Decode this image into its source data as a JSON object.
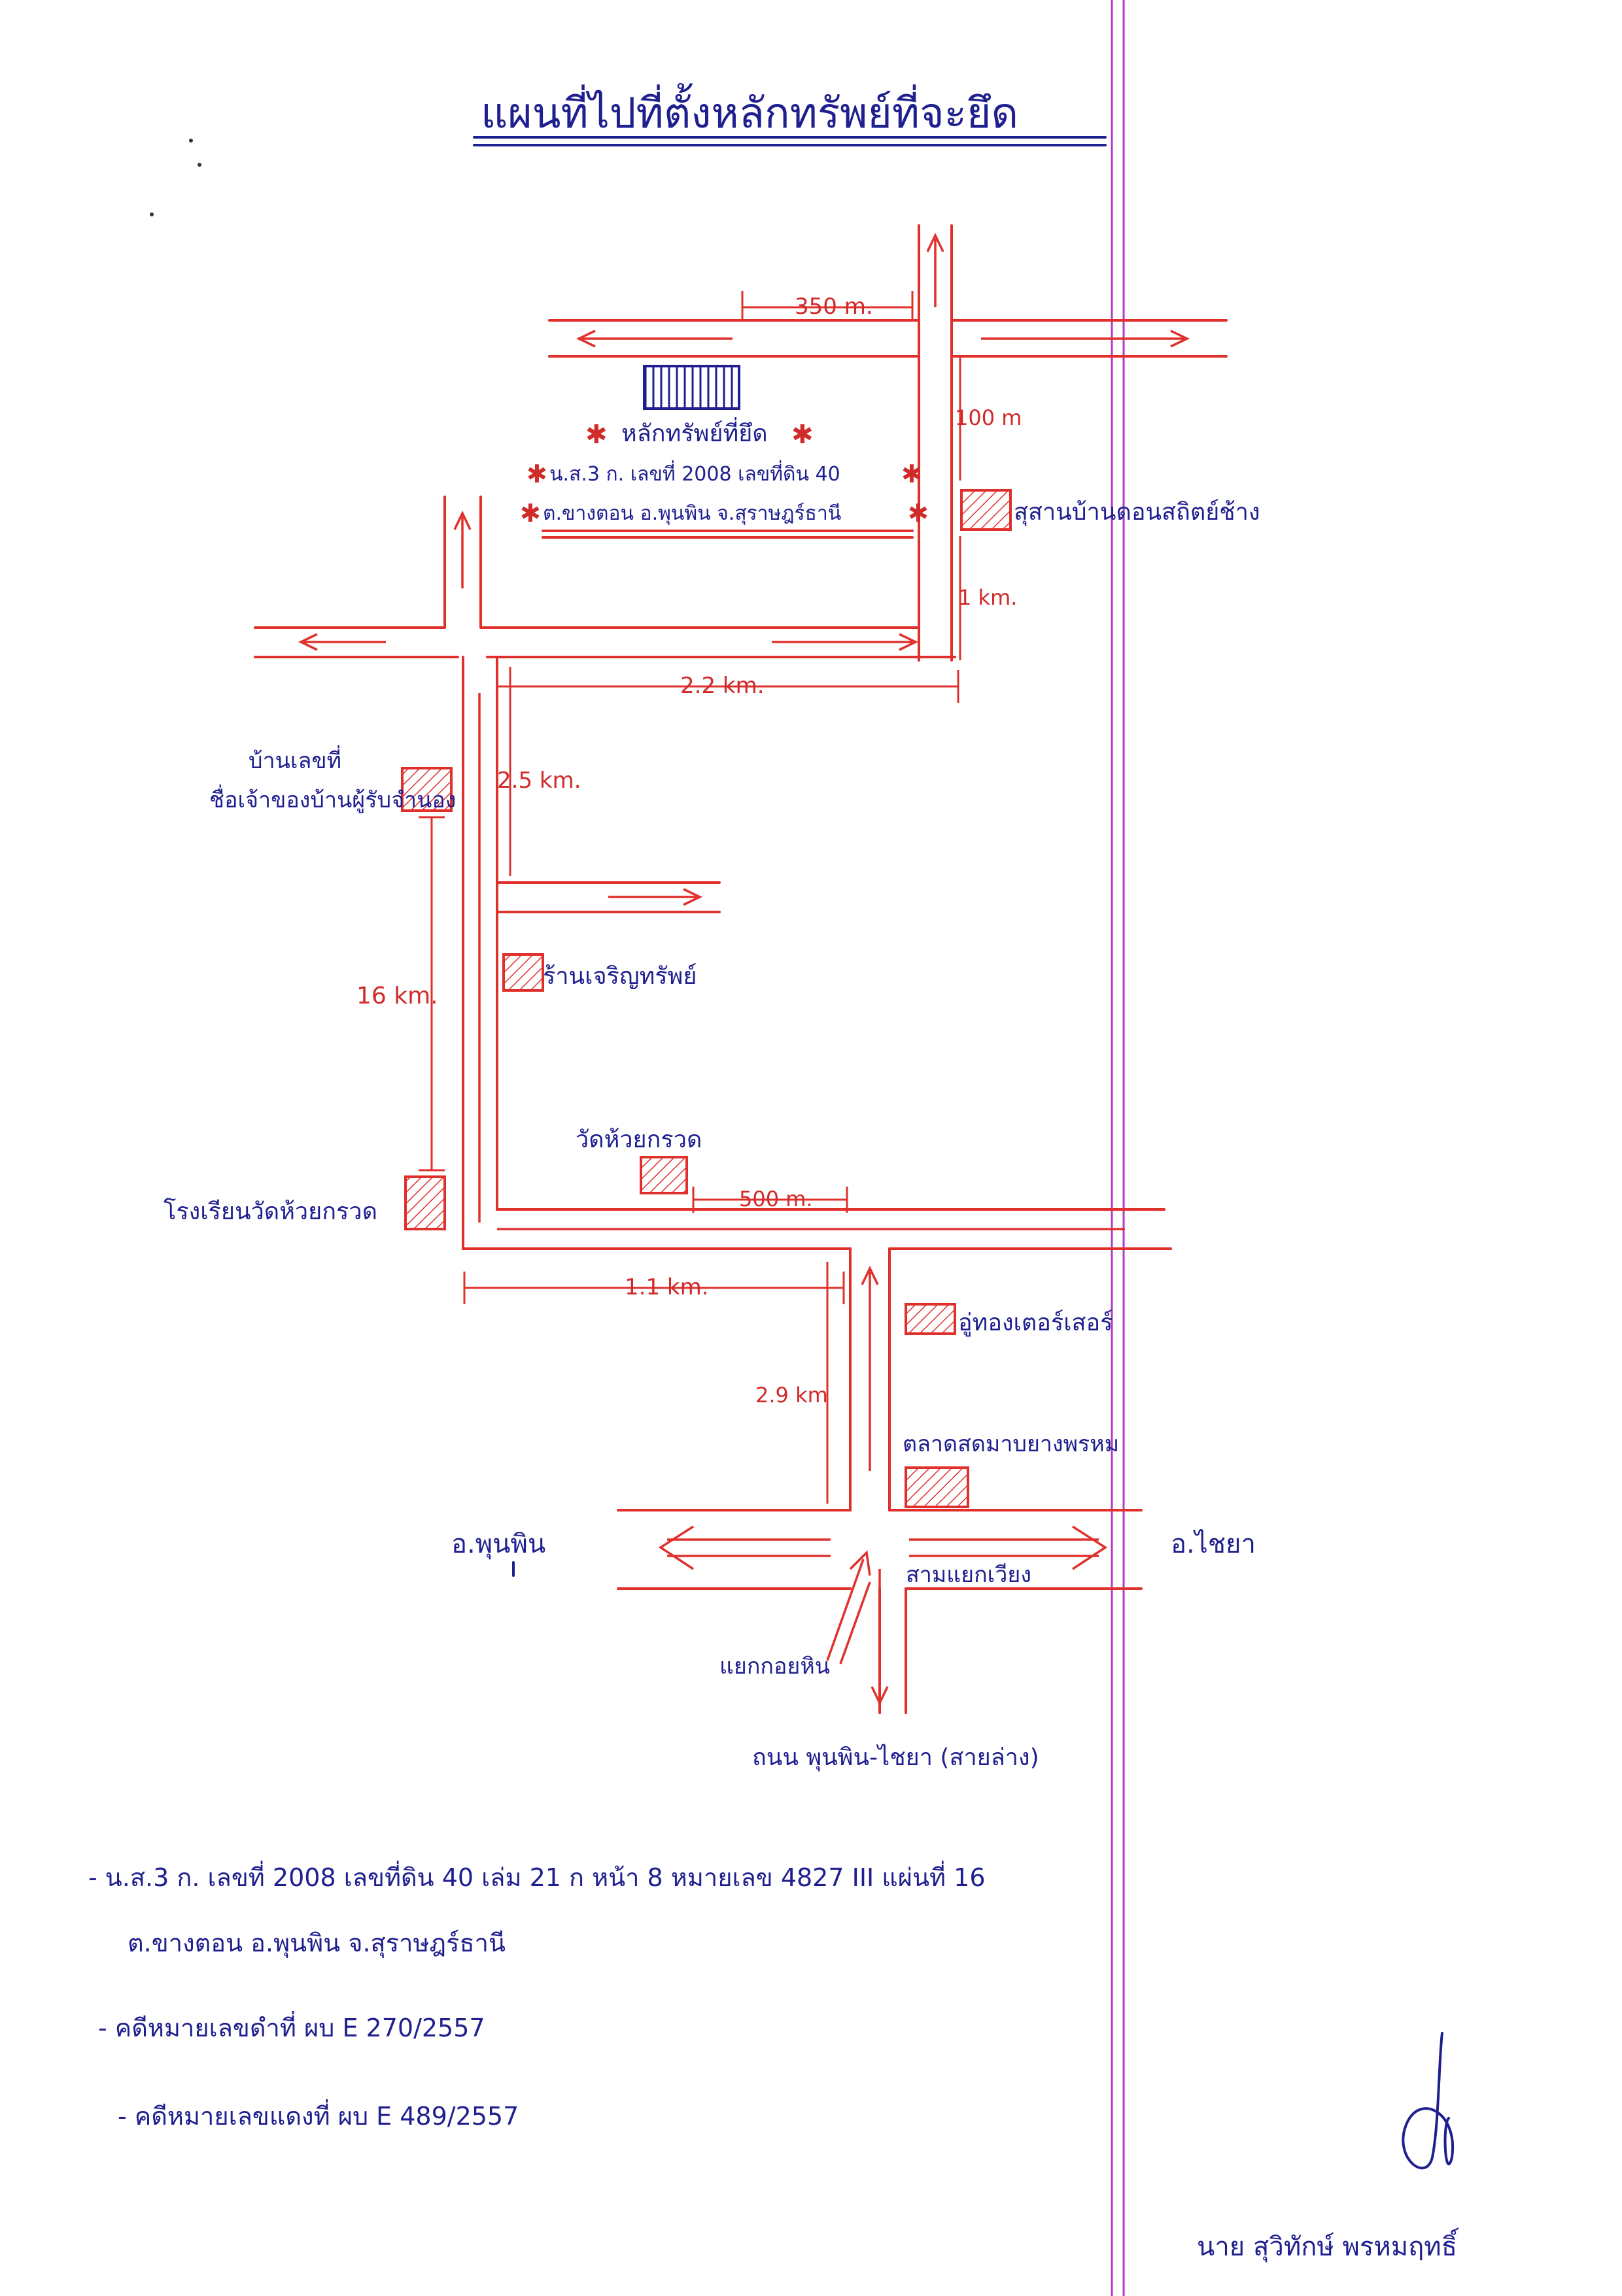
{
  "title": "แผนที่ไปที่ตั้งหลักทรัพย์ที่จะยึด",
  "target": {
    "label": "หลักทรัพย์ที่ยึด",
    "deed_line": "น.ส.3 ก. เลขที่ 2008 เลขที่ดิน 40",
    "location_line": "ต.ขางตอน อ.พุนพิน จ.สุราษฎร์ธานี"
  },
  "landmarks": {
    "cemetery": "สุสานบ้านดอนสถิตย์ช้าง",
    "house_owner": "บ้านเลขที่",
    "house_owner_2": "ชื่อเจ้าของบ้านผู้รับจำนอง",
    "temple_shop": "ร้านเจริญทรัพย์",
    "wat": "วัดห้วยกรวด",
    "school": "โรงเรียนวัดห้วยกรวด",
    "garage": "อู่ทองเตอร์เสอร์",
    "market": "ตลาดสดมาบยางพรหม",
    "junction": "สามแยกเวียง",
    "intersection": "แยกกอยหิน",
    "main_road": "ถนน พุนพิน-ไชยา (สายล่าง)",
    "left_city": "อ.พุนพิน",
    "right_city": "อ.ไชยา"
  },
  "distances": {
    "top": "350 m.",
    "near_target": "100 m",
    "one_km": "1 km.",
    "upper_h": "2.2 km.",
    "v_short": "2.5 km.",
    "long_v": "16 km.",
    "wat_h": "500 m.",
    "bottom_h": "1.1 km.",
    "final_v": "2.9 km"
  },
  "notes": [
    "- น.ส.3 ก. เลขที่ 2008 เลขที่ดิน 40 เล่ม 21 ก หน้า 8 หมายเลข 4827 III แผ่นที่ 16",
    "ต.ขางตอน อ.พุนพิน จ.สุราษฎร์ธานี",
    "- คดีหมายเลขดำที่ ผบ E 270/2557",
    "- คดีหมายเลขแดงที่ ผบ E 489/2557"
  ],
  "signature_name": "นาย สุวิทักษ์ พรหมฤทธิ์",
  "colors": {
    "road": "#e0302c",
    "ink": "#1f1f8f",
    "margin": "#b03ac8"
  }
}
